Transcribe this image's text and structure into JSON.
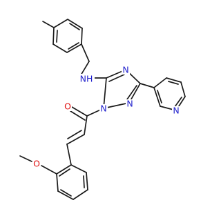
{
  "molecule": {
    "atom_labels": {
      "nh": "NH",
      "n_acyl": "N",
      "n_ring_top": "N",
      "n_ring_bottom": "N",
      "n_pyridine": "N",
      "o_carbonyl": "O",
      "o_methoxy": "O"
    },
    "colors": {
      "bond": "#1a1a1a",
      "nitrogen": "#1f1fcc",
      "oxygen": "#e01010"
    }
  }
}
